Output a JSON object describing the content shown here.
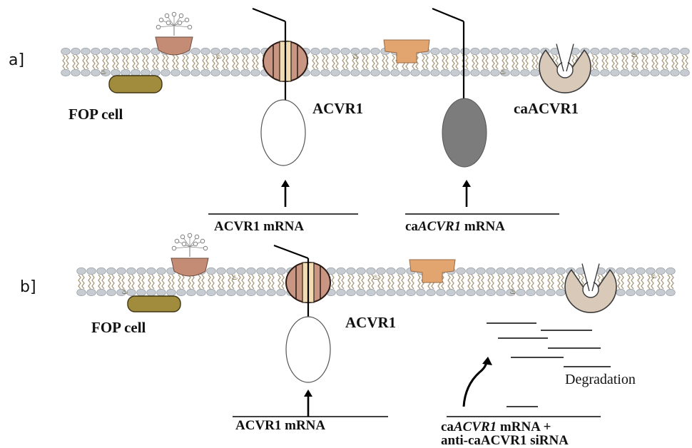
{
  "panel_a": {
    "label": "a]",
    "cell": "FOP cell",
    "receptor": "ACVR1",
    "mutant_receptor": "caACVR1",
    "mrna_1": "ACVR1 mRNA",
    "mrna_2_prefix": "ca",
    "mrna_2_gene": "ACVR1",
    "mrna_2_suffix": " mRNA"
  },
  "panel_b": {
    "label": "b]",
    "cell": "FOP cell",
    "receptor": "ACVR1",
    "mrna_1": "ACVR1 mRNA",
    "mrna_2_prefix": "ca",
    "mrna_2_gene": "ACVR1",
    "mrna_2_suffix": " mRNA +",
    "sirna": "anti-caACVR1 siRNA",
    "degradation": "Degradation"
  },
  "colors": {
    "membrane_head": "#c7ccd3",
    "membrane_tail": "#a89a7c",
    "receptor_body": "#c99683",
    "receptor_core": "#f0dcb0",
    "channel": "#d8c9b8",
    "peripheral_protein": "#a08c3c",
    "glycoprotein": "#c48c74",
    "t_protein": "#e3a56f",
    "mutant_kinase": "#7c7c7c"
  }
}
